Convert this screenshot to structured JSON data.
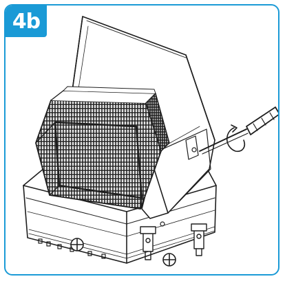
{
  "step": {
    "label": "4b"
  },
  "colors": {
    "accent": "#1a9ad6",
    "line": "#1e1e1e"
  },
  "illustration": {
    "subject": "wall-pack-light-fixture",
    "tool": "screwdriver"
  }
}
